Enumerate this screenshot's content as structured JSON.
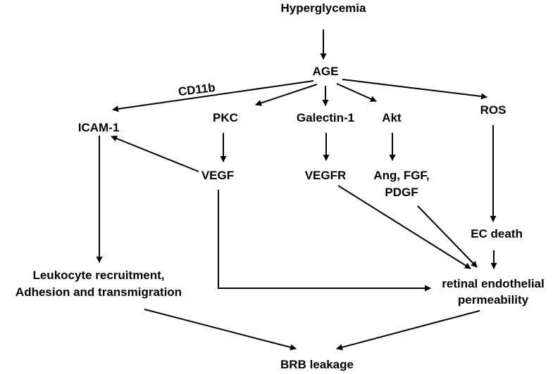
{
  "nodes": {
    "hyperglycemia": "Hyperglycemia",
    "age": "AGE",
    "cd11b": "CD11b",
    "icam1": "ICAM-1",
    "pkc": "PKC",
    "galectin1": "Galectin-1",
    "akt": "Akt",
    "ros": "ROS",
    "vegf": "VEGF",
    "vegfr": "VEGFR",
    "ang_fgf": "Ang, FGF,",
    "pdgf": "PDGF",
    "ec_death": "EC death",
    "leukocyte_line1": "Leukocyte recruitment,",
    "leukocyte_line2": "Adhesion and transmigration",
    "retinal_line1": "retinal endothelial",
    "retinal_line2": "permeability",
    "brb_leakage": "BRB leakage"
  },
  "colors": {
    "text": "#000000",
    "arrow": "#000000",
    "background": "#ffffff"
  }
}
